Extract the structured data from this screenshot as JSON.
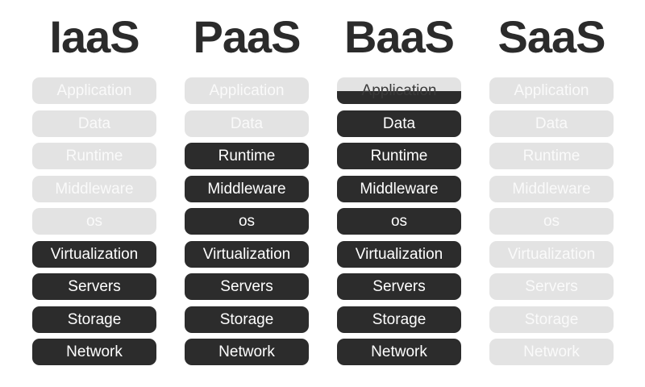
{
  "colors": {
    "user_managed": "#e3e3e3",
    "provider_managed": "#2c2c2c",
    "title": "#2b2b2b"
  },
  "columns": [
    {
      "title": "IaaS",
      "layers": [
        {
          "label": "Application",
          "state": "user"
        },
        {
          "label": "Data",
          "state": "user"
        },
        {
          "label": "Runtime",
          "state": "user"
        },
        {
          "label": "Middleware",
          "state": "user"
        },
        {
          "label": "os",
          "state": "user"
        },
        {
          "label": "Virtualization",
          "state": "provider"
        },
        {
          "label": "Servers",
          "state": "provider"
        },
        {
          "label": "Storage",
          "state": "provider"
        },
        {
          "label": "Network",
          "state": "provider"
        }
      ]
    },
    {
      "title": "PaaS",
      "layers": [
        {
          "label": "Application",
          "state": "user"
        },
        {
          "label": "Data",
          "state": "user"
        },
        {
          "label": "Runtime",
          "state": "provider"
        },
        {
          "label": "Middleware",
          "state": "provider"
        },
        {
          "label": "os",
          "state": "provider"
        },
        {
          "label": "Virtualization",
          "state": "provider"
        },
        {
          "label": "Servers",
          "state": "provider"
        },
        {
          "label": "Storage",
          "state": "provider"
        },
        {
          "label": "Network",
          "state": "provider"
        }
      ]
    },
    {
      "title": "BaaS",
      "layers": [
        {
          "label": "Application",
          "state": "split"
        },
        {
          "label": "Data",
          "state": "provider"
        },
        {
          "label": "Runtime",
          "state": "provider"
        },
        {
          "label": "Middleware",
          "state": "provider"
        },
        {
          "label": "os",
          "state": "provider"
        },
        {
          "label": "Virtualization",
          "state": "provider"
        },
        {
          "label": "Servers",
          "state": "provider"
        },
        {
          "label": "Storage",
          "state": "provider"
        },
        {
          "label": "Network",
          "state": "provider"
        }
      ]
    },
    {
      "title": "SaaS",
      "layers": [
        {
          "label": "Application",
          "state": "user"
        },
        {
          "label": "Data",
          "state": "user"
        },
        {
          "label": "Runtime",
          "state": "user"
        },
        {
          "label": "Middleware",
          "state": "user"
        },
        {
          "label": "os",
          "state": "user"
        },
        {
          "label": "Virtualization",
          "state": "user"
        },
        {
          "label": "Servers",
          "state": "user"
        },
        {
          "label": "Storage",
          "state": "user"
        },
        {
          "label": "Network",
          "state": "user"
        }
      ]
    }
  ]
}
